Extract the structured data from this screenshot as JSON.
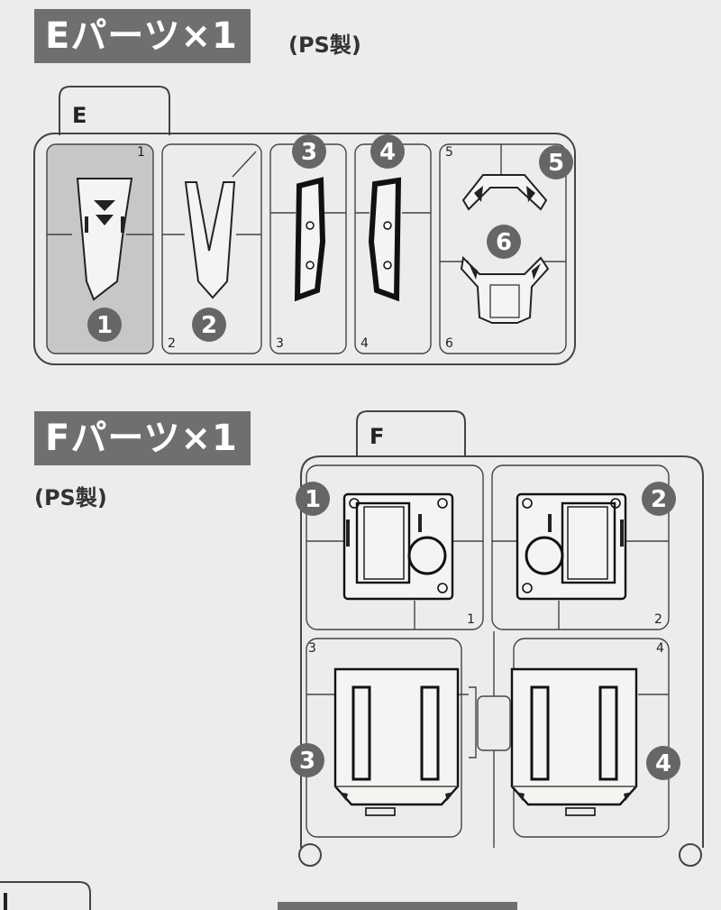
{
  "sections": [
    {
      "label": "Eパーツ×1",
      "material": "(PS製)",
      "runner": {
        "tab": "E",
        "corner_numbers": [
          "1",
          "2",
          "3",
          "4",
          "5",
          "6"
        ],
        "part_badges": [
          "1",
          "2",
          "3",
          "4",
          "5",
          "6"
        ]
      }
    },
    {
      "label": "Fパーツ×1",
      "material": "(PS製)",
      "runner": {
        "tab": "F",
        "corner_numbers": [
          "1",
          "2",
          "3",
          "4"
        ],
        "part_badges": [
          "1",
          "2",
          "3",
          "4"
        ]
      }
    }
  ],
  "colors": {
    "label_background": "#6f6f6f",
    "page_background": "#ececea",
    "badge_fill": "#666666",
    "highlight_part": "#c9c7c5"
  }
}
